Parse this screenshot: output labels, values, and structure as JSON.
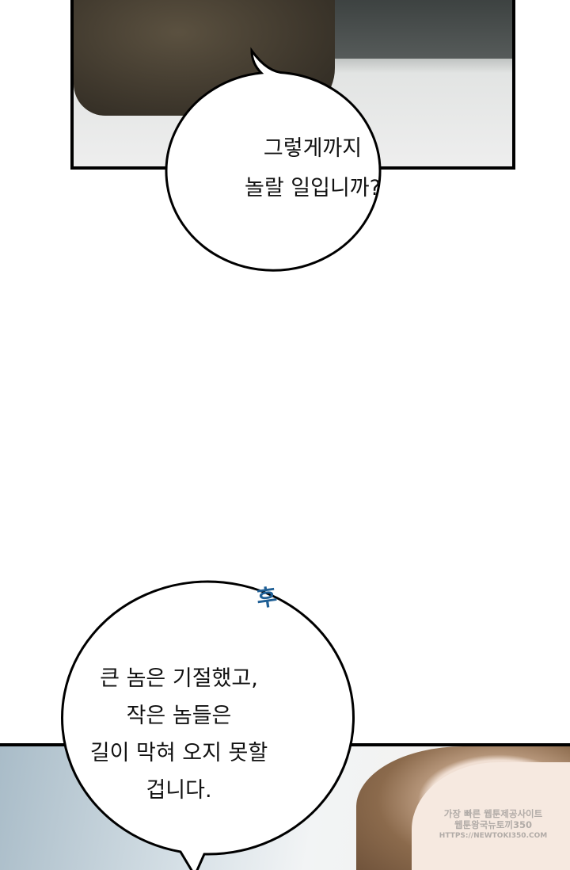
{
  "bubble_top": {
    "lines": [
      "그렇게까지",
      "놀랄 일입니까?"
    ]
  },
  "bubble_bottom": {
    "lines": [
      "큰 놈은 기절했고,",
      "작은 놈들은",
      "길이 막혀 오지 못할",
      "겁니다."
    ]
  },
  "sound_effect": "후",
  "watermark": [
    "가장 빠른 웹툰제공사이트",
    "웹툰왕국뉴토끼350",
    "HTTPS://NEWTOKI350.COM"
  ],
  "colors": {
    "sfx": "#1f5f95"
  }
}
